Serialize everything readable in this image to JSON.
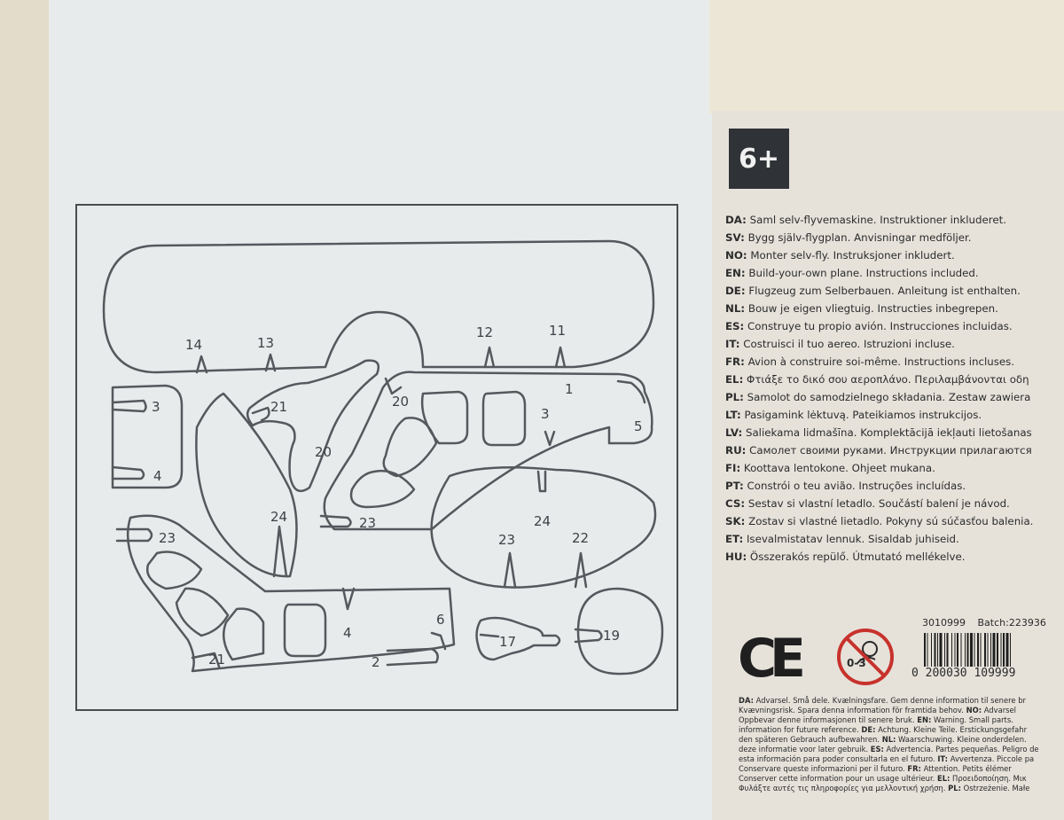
{
  "age_label": "6+",
  "parts": {
    "labels": [
      "14",
      "13",
      "12",
      "11",
      "3",
      "4",
      "21",
      "20",
      "20",
      "1",
      "3",
      "5",
      "24",
      "23",
      "24",
      "23",
      "22",
      "23",
      "4",
      "6",
      "2",
      "21",
      "17",
      "19"
    ]
  },
  "languages": [
    {
      "code": "DA:",
      "text": "Saml selv-flyvemaskine. Instruktioner inkluderet."
    },
    {
      "code": "SV:",
      "text": "Bygg själv-flygplan. Anvisningar medföljer."
    },
    {
      "code": "NO:",
      "text": "Monter selv-fly. Instruksjoner inkludert."
    },
    {
      "code": "EN:",
      "text": "Build-your-own plane. Instructions included."
    },
    {
      "code": "DE:",
      "text": "Flugzeug zum Selberbauen. Anleitung ist enthalten."
    },
    {
      "code": "NL:",
      "text": "Bouw je eigen vliegtuig. Instructies inbegrepen."
    },
    {
      "code": "ES:",
      "text": "Construye tu propio avión. Instrucciones incluidas."
    },
    {
      "code": "IT:",
      "text": "Costruisci il tuo aereo. Istruzioni incluse."
    },
    {
      "code": "FR:",
      "text": "Avion à construire soi-même. Instructions incluses."
    },
    {
      "code": "EL:",
      "text": "Φτιάξε το δικό σου αεροπλάνο. Περιλαμβάνονται οδη"
    },
    {
      "code": "PL:",
      "text": "Samolot do samodzielnego składania. Zestaw zawiera"
    },
    {
      "code": "LT:",
      "text": "Pasigamink lėktuvą. Pateikiamos instrukcijos."
    },
    {
      "code": "LV:",
      "text": "Saliekama lidmašīna. Komplektācijā iekļauti lietošanas"
    },
    {
      "code": "RU:",
      "text": "Самолет своими руками. Инструкции прилагаются"
    },
    {
      "code": "FI:",
      "text": "Koottava lentokone. Ohjeet mukana."
    },
    {
      "code": "PT:",
      "text": "Constrói o teu avião. Instruções incluídas."
    },
    {
      "code": "CS:",
      "text": "Sestav si vlastní letadlo. Součástí balení je návod."
    },
    {
      "code": "SK:",
      "text": "Zostav si vlastné lietadlo. Pokyny sú súčasťou balenia."
    },
    {
      "code": "ET:",
      "text": "Isevalmistatav lennuk. Sisaldab juhiseid."
    },
    {
      "code": "HU:",
      "text": "Összerakós repülő. Útmutató mellékelve."
    }
  ],
  "ce_mark": "CE",
  "age_warning_icon": "0-3",
  "article_number": "3010999",
  "batch": "Batch:223936",
  "barcode_digits": "0 200030 109999",
  "warning_lines": [
    {
      "bold": "DA:",
      "text": " Advarsel. Små dele. Kvælningsfare. Gem denne information til senere br"
    },
    {
      "bold": "",
      "text": "Kvævningsrisk. Spara denna information för framtida behov. ",
      "bold2": "NO:",
      "text2": " Advarsel"
    },
    {
      "bold": "",
      "text": "Oppbevar denne informasjonen til senere bruk. ",
      "bold2": "EN:",
      "text2": " Warning. Small parts."
    },
    {
      "bold": "",
      "text": "information for future reference. ",
      "bold2": "DE:",
      "text2": " Achtung. Kleine Teile. Erstickungsgefahr"
    },
    {
      "bold": "",
      "text": "den späteren Gebrauch aufbewahren. ",
      "bold2": "NL:",
      "text2": " Waarschuwing. Kleine onderdelen."
    },
    {
      "bold": "",
      "text": "deze informatie voor later gebruik. ",
      "bold2": "ES:",
      "text2": " Advertencia. Partes pequeñas. Peligro de"
    },
    {
      "bold": "",
      "text": "esta información para poder consultarla en el futuro. ",
      "bold2": "IT:",
      "text2": " Avvertenza. Piccole pa"
    },
    {
      "bold": "",
      "text": "Conservare queste informazioni per il futuro. ",
      "bold2": "FR:",
      "text2": " Attention. Petits élémer"
    },
    {
      "bold": "",
      "text": "Conserver cette information pour un usage ultérieur. ",
      "bold2": "EL:",
      "text2": " Προειδοποίηση. Μικ"
    },
    {
      "bold": "",
      "text": "Φυλάξτε αυτές τις πληροφορίες για μελλοντική χρήση. ",
      "bold2": "PL:",
      "text2": " Ostrzeżenie. Małe"
    }
  ]
}
